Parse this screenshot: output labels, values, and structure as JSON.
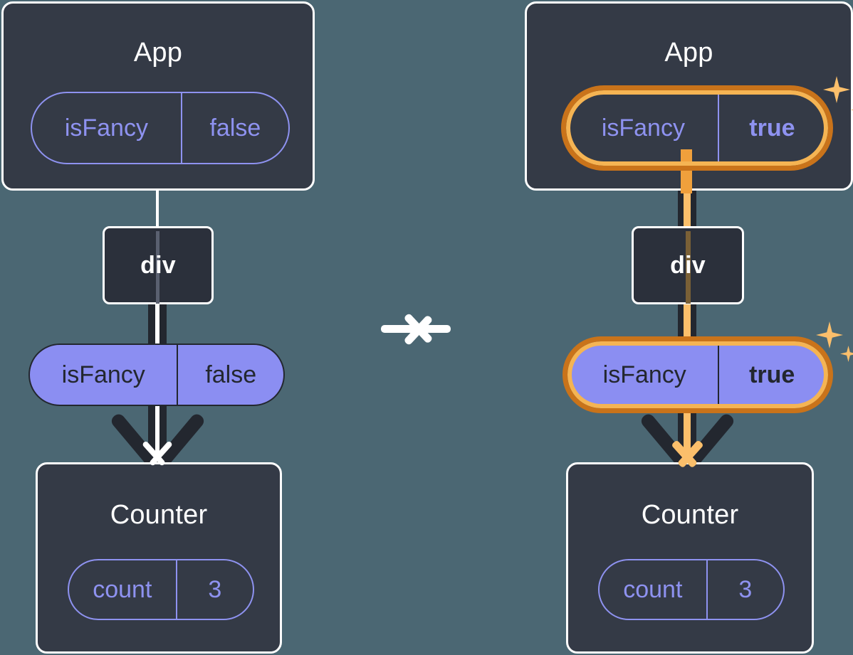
{
  "background_color": "#4b6773",
  "colors": {
    "box_fill": "#343a46",
    "box_fill_dark": "#2b303b",
    "box_stroke": "#ffffff",
    "pill_purple_fill": "#8b8ef2",
    "pill_purple_stroke": "#8e92f0",
    "pill_text_dark": "#23272f",
    "connector_dark": "#23272f",
    "highlight_outer": "#c9731a",
    "highlight_inner": "#f5b453",
    "amber_line": "#fbbf6b",
    "amber_bar": "#f0a03c",
    "sparkle": "#fbbf6b"
  },
  "transition": {
    "icon": "right-arrow-icon",
    "label": "→"
  },
  "before": {
    "app": {
      "title": "App",
      "pill": {
        "name": "isFancy",
        "value": "false",
        "value_bold": false,
        "style": "outline"
      }
    },
    "div": {
      "title": "div"
    },
    "prop_pill": {
      "name": "isFancy",
      "value": "false",
      "value_bold": false,
      "style": "filled"
    },
    "counter": {
      "title": "Counter",
      "pill": {
        "name": "count",
        "value": "3",
        "value_bold": false,
        "style": "outline"
      }
    },
    "highlighted": false
  },
  "after": {
    "app": {
      "title": "App",
      "pill": {
        "name": "isFancy",
        "value": "true",
        "value_bold": true,
        "style": "outline"
      }
    },
    "div": {
      "title": "div"
    },
    "prop_pill": {
      "name": "isFancy",
      "value": "true",
      "value_bold": true,
      "style": "filled"
    },
    "counter": {
      "title": "Counter",
      "pill": {
        "name": "count",
        "value": "3",
        "value_bold": false,
        "style": "outline"
      }
    },
    "highlighted": true,
    "sparkle_names": [
      "sparkle-large-icon",
      "sparkle-small-icon"
    ]
  }
}
